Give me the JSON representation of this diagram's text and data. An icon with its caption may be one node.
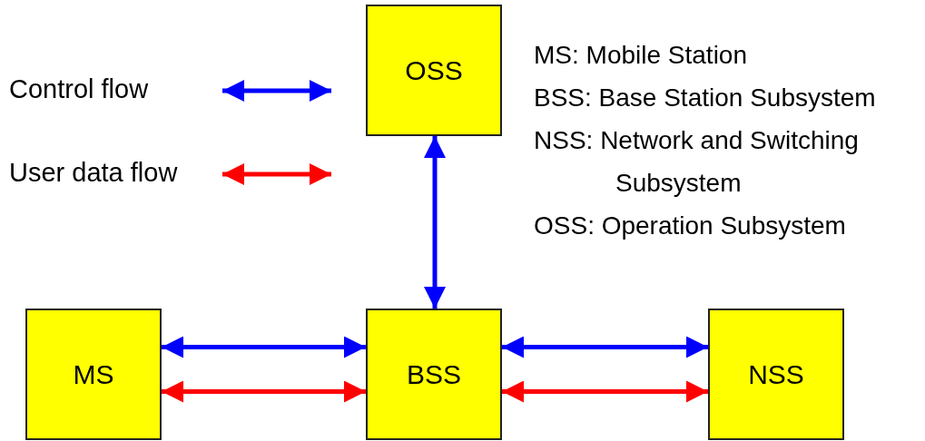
{
  "diagram": {
    "nodes": [
      {
        "text": [
          "OSS"
        ]
      },
      {
        "text": [
          "MS"
        ]
      },
      {
        "text": [
          "BSS"
        ]
      },
      {
        "text": [
          "NSS"
        ]
      }
    ],
    "edges": [
      {
        "from": 0,
        "to": 2,
        "arrow": "both"
      },
      {
        "from": 1,
        "to": 2,
        "arrow": "both"
      },
      {
        "from": 1,
        "to": 2,
        "arrow": "both",
        "color": "#ff0000"
      },
      {
        "from": 2,
        "to": 3,
        "arrow": "both"
      },
      {
        "from": 2,
        "to": 3,
        "arrow": "both",
        "color": "#ff0000"
      }
    ],
    "labels": [
      "MS: Mobile Station",
      "BSS: Base Station Subsystem",
      "NSS: Network and Switching Subsystem",
      "OSS: Operation Subsystem"
    ],
    "legend": [
      {
        "text": "Control flow"
      },
      {
        "text": "User data flow"
      }
    ]
  }
}
